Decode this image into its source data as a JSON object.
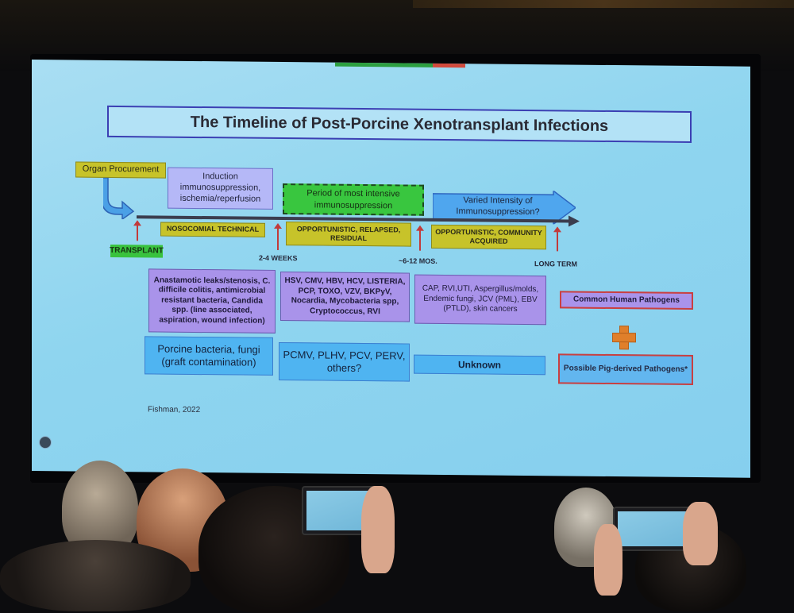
{
  "slide": {
    "title": "The Timeline of Post-Porcine Xenotransplant Infections",
    "organ_procurement": "Organ Procurement",
    "induction": "Induction immunosuppression, ischemia/reperfusion",
    "intensive_period": "Period of most intensive immunosuppression",
    "varied_intensity": "Varied Intensity of Immunosuppression?",
    "phase_labels": [
      "NOSOCOMIAL TECHNICAL",
      "OPPORTUNISTIC, RELAPSED, RESIDUAL",
      "OPPORTUNISTIC, COMMUNITY ACQUIRED"
    ],
    "transplant_label": "TRANSPLANT",
    "time_labels": [
      "2-4 WEEKS",
      "~6-12 MOS.",
      "LONG TERM"
    ],
    "human_pathogens": [
      "Anastamotic leaks/stenosis, C. difficile colitis, antimicrobial resistant bacteria, Candida spp. (line associated, aspiration, wound infection)",
      "HSV, CMV, HBV, HCV, LISTERIA, PCP, TOXO, VZV, BKPyV, Nocardia, Mycobacteria spp, Cryptococcus, RVI",
      "CAP, RVI,UTI, Aspergillus/molds, Endemic fungi, JCV (PML), EBV (PTLD), skin cancers"
    ],
    "pig_pathogens": [
      "Porcine bacteria, fungi (graft contamination)",
      "PCMV, PLHV, PCV, PERV, others?",
      "Unknown"
    ],
    "legend_common": "Common Human Pathogens",
    "legend_pig": "Possible Pig-derived Pathogens*",
    "citation": "Fishman, 2022"
  },
  "colors": {
    "slide_bg": "#8fd5ef",
    "title_border": "#3b3fb3",
    "olive": "#c7c32a",
    "green": "#39c63f",
    "lavender": "#a993ea",
    "blue_box": "#4fb4f1",
    "red_border": "#c94040",
    "tick_arrow": "#c23a3a",
    "plus": "#e07f2a"
  }
}
